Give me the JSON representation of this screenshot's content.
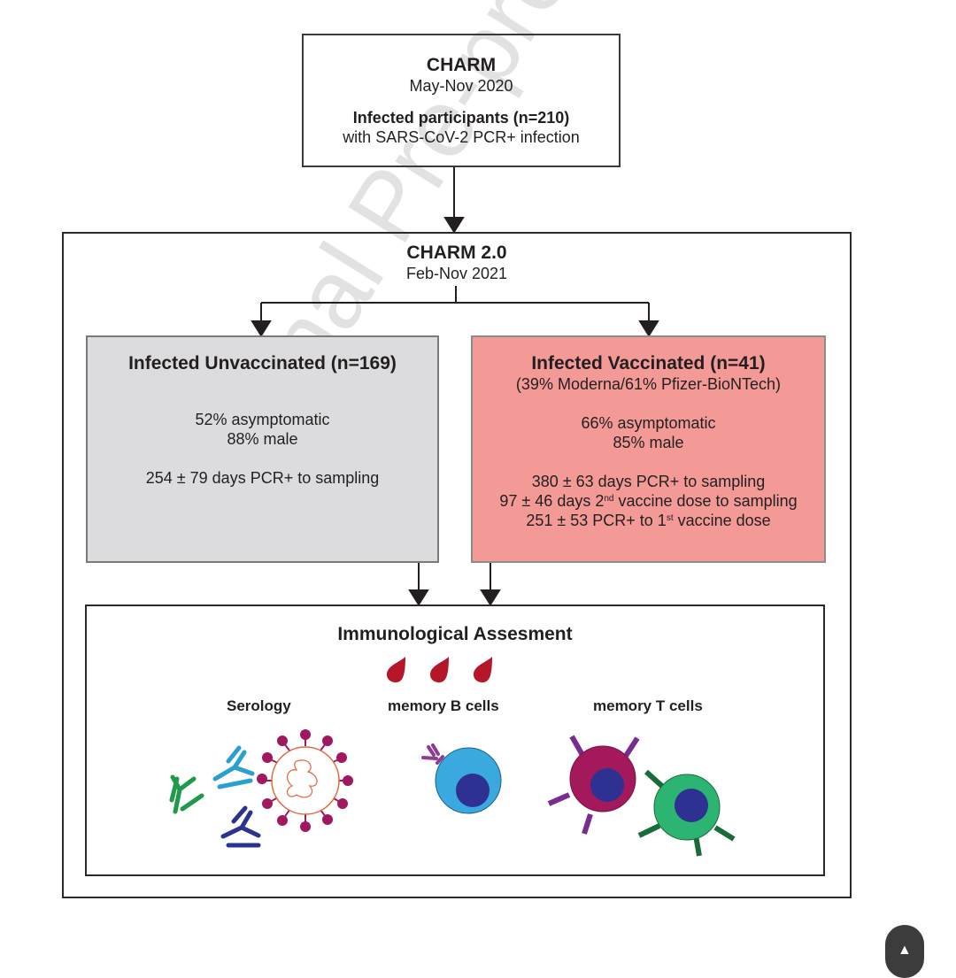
{
  "top_box": {
    "title": "CHARM",
    "period": "May-Nov 2020",
    "cohort": "Infected participants (n=210)",
    "cohort_desc": "with SARS-CoV-2 PCR+ infection"
  },
  "outer_box": {
    "title": "CHARM 2.0",
    "period": "Feb-Nov 2021"
  },
  "unvaccinated": {
    "title": "Infected Unvaccinated (n=169)",
    "asymptomatic": "52% asymptomatic",
    "male": "88% male",
    "days_pcr_sampling": "254 ± 79 days PCR+ to sampling",
    "fill_color": "#dcdcde"
  },
  "vaccinated": {
    "title": "Infected Vaccinated (n=41)",
    "vaccine_split": "(39% Moderna/61% Pfizer-BioNTech)",
    "asymptomatic": "66% asymptomatic",
    "male": "85% male",
    "days_pcr_sampling": "380 ± 63 days PCR+ to sampling",
    "dose2_prefix": "97 ± 46 days 2",
    "dose2_sup": "nd",
    "dose2_suffix": " vaccine dose to sampling",
    "dose1_prefix": "251 ± 53 PCR+ to 1",
    "dose1_sup": "st",
    "dose1_suffix": " vaccine dose",
    "fill_color": "#f39a96"
  },
  "assessment": {
    "title": "Immunological Assesment",
    "serology": "Serology",
    "memory_b": "memory B cells",
    "memory_t": "memory T cells"
  },
  "watermark": "Journal Pre-proof",
  "icons": [
    "blood-drop-icon",
    "antibody-icon",
    "virus-icon",
    "b-cell-icon",
    "t-cell-icon",
    "scroll-top-icon"
  ]
}
